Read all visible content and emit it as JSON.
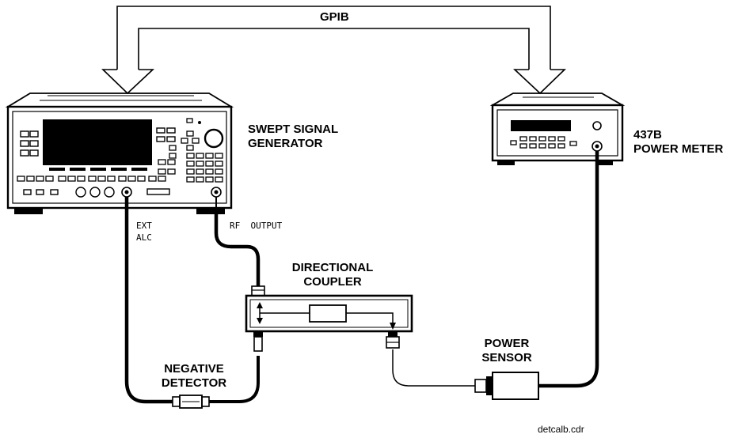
{
  "bus_label": "GPIB",
  "generator": {
    "line1": "SWEPT SIGNAL",
    "line2": "GENERATOR"
  },
  "meter": {
    "line1": "437B",
    "line2": "POWER METER"
  },
  "ports": {
    "ext_line1": "EXT",
    "ext_line2": "ALC",
    "rf_output": "RF  OUTPUT"
  },
  "coupler": {
    "line1": "DIRECTIONAL",
    "line2": "COUPLER"
  },
  "sensor": {
    "line1": "POWER",
    "line2": "SENSOR"
  },
  "detector": {
    "line1": "NEGATIVE",
    "line2": "DETECTOR"
  },
  "filename": "detcalb.cdr"
}
